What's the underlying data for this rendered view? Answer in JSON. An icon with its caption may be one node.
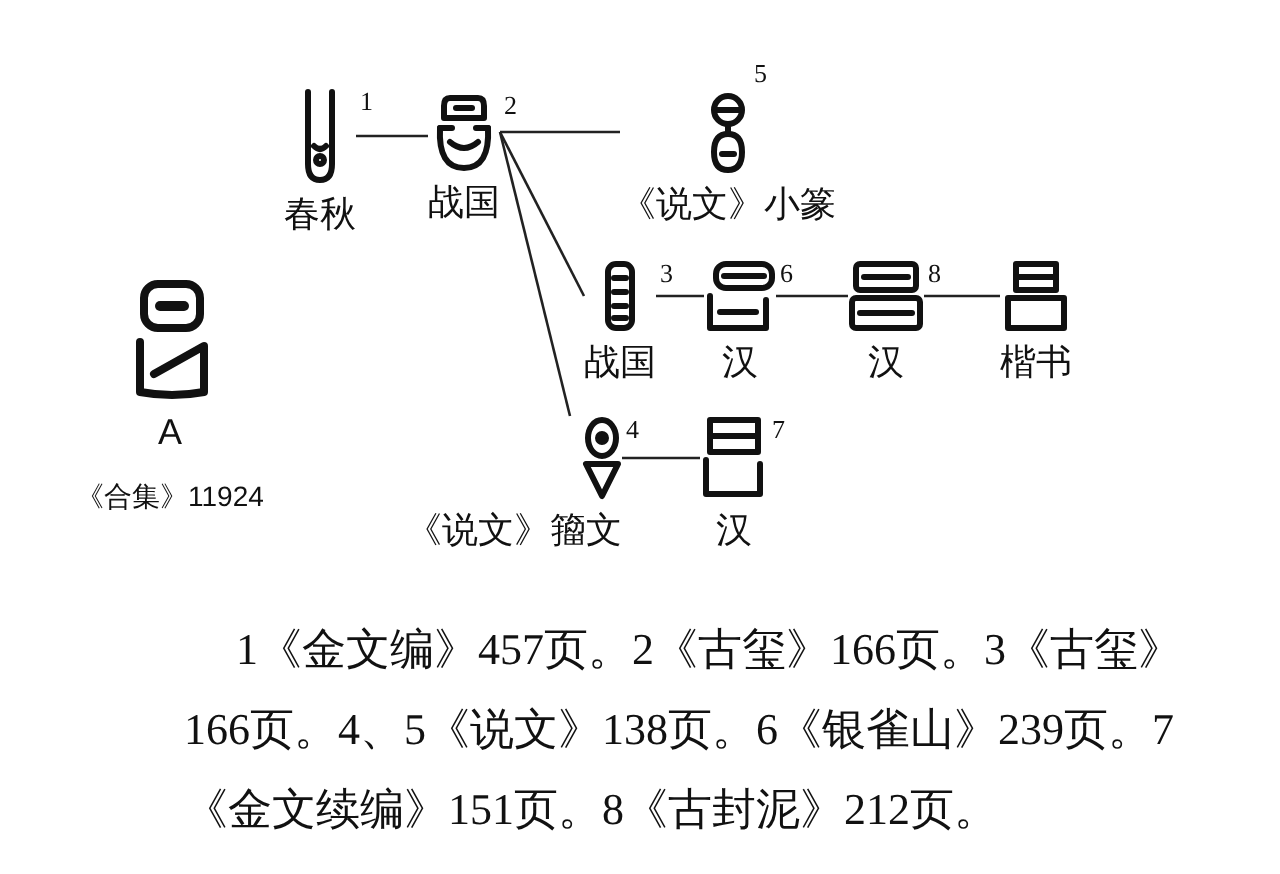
{
  "diagram": {
    "nodes": [
      {
        "text": [
          "春秋"
        ],
        "beside": [
          "1"
        ]
      },
      {
        "text": [
          "战国"
        ],
        "beside": [
          "2"
        ]
      },
      {
        "text": [
          "《说文》小篆"
        ],
        "beside": [
          "5"
        ]
      },
      {
        "text": [
          "战国"
        ],
        "beside": [
          "3"
        ]
      },
      {
        "text": [
          "汉"
        ],
        "beside": [
          "6"
        ]
      },
      {
        "text": [
          "汉"
        ],
        "beside": [
          "8"
        ]
      },
      {
        "text": [
          "楷书"
        ]
      },
      {
        "text": [
          "《说文》籀文"
        ],
        "beside": [
          "4"
        ]
      },
      {
        "text": [
          "汉"
        ],
        "beside": [
          "7"
        ]
      }
    ],
    "edges": [
      {
        "from": 0,
        "to": 1,
        "arrow": "none"
      },
      {
        "from": 1,
        "to": 2,
        "arrow": "none"
      },
      {
        "from": 1,
        "to": 3,
        "arrow": "none"
      },
      {
        "from": 1,
        "to": 7,
        "arrow": "none"
      },
      {
        "from": 3,
        "to": 4,
        "arrow": "none"
      },
      {
        "from": 4,
        "to": 5,
        "arrow": "none"
      },
      {
        "from": 5,
        "to": 6,
        "arrow": "none"
      },
      {
        "from": 7,
        "to": 8,
        "arrow": "none"
      }
    ],
    "labels": [
      "A",
      "《合集》11924",
      "1《金文编》457页。2《古玺》166页。3《古玺》166页。4、5《说文》138页。6《银雀山》239页。7《金文续编》151页。8《古封泥》212页。"
    ]
  }
}
